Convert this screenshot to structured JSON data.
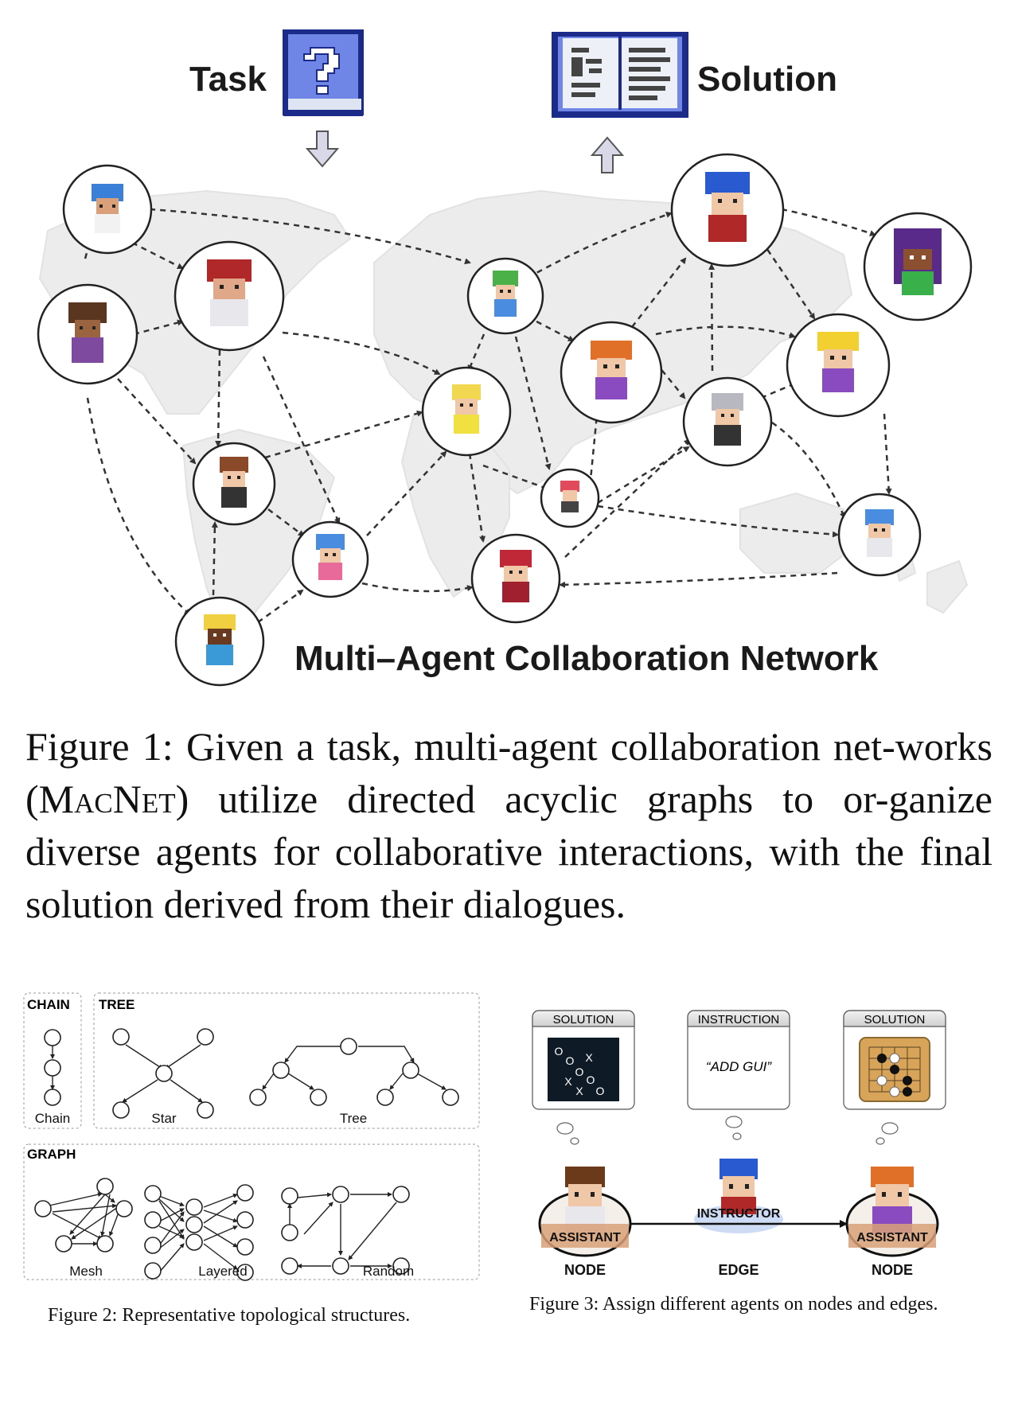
{
  "figure1": {
    "task_label": "Task",
    "solution_label": "Solution",
    "network_title": "Multi–Agent Collaboration Network",
    "caption_prefix": "Figure 1: Given a task, multi-agent collaboration net-works (",
    "caption_name": "MacNet",
    "caption_suffix": ") utilize directed acyclic graphs to or-ganize diverse agents for collaborative interactions, with the final solution derived from their dialogues.",
    "icons": [
      "question-book-icon",
      "open-book-icon",
      "arrow-down-icon",
      "arrow-up-icon",
      "world-map-icon"
    ]
  },
  "figure2": {
    "sections": {
      "chain": "CHAIN",
      "tree": "TREE",
      "graph": "GRAPH"
    },
    "labels": {
      "chain": "Chain",
      "star": "Star",
      "tree": "Tree",
      "mesh": "Mesh",
      "layered": "Layered",
      "random": "Random"
    },
    "caption": "Figure 2: Representative topological structures."
  },
  "figure3": {
    "boxes": [
      {
        "title": "SOLUTION",
        "content": ""
      },
      {
        "title": "INSTRUCTION",
        "content": "“ADD GUI”"
      },
      {
        "title": "SOLUTION",
        "content": ""
      }
    ],
    "board_marks": [
      "O",
      "O",
      "X",
      "O",
      "X",
      "O",
      "X",
      "O"
    ],
    "roles": {
      "left": "ASSISTANT",
      "middle": "INSTRUCTOR",
      "right": "ASSISTANT"
    },
    "parts": {
      "left": "NODE",
      "middle": "EDGE",
      "right": "NODE"
    },
    "caption": "Figure 3: Assign different agents on nodes and edges."
  }
}
